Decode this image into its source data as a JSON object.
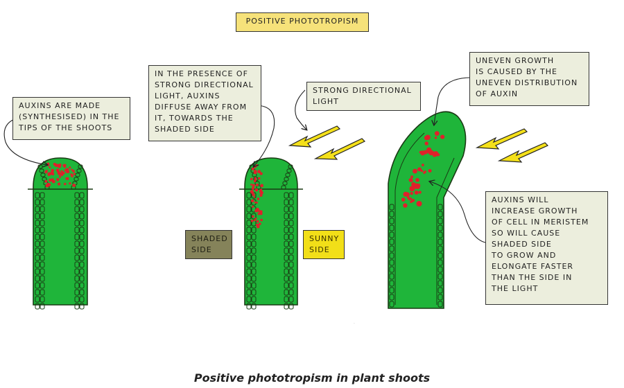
{
  "title": "POSITIVE   PHOTOTROPISM",
  "notes": {
    "auxins_made": "AUXINS ARE MADE\n(SYNTHESISED) IN THE\nTIPS OF THE SHOOTS",
    "presence_light": "IN THE PRESENCE OF\nSTRONG DIRECTIONAL\nLIGHT, AUXINS\nDIFFUSE AWAY FROM\nIT, TOWARDS THE\nSHADED SIDE",
    "strong_light": "STRONG DIRECTIONAL\nLIGHT",
    "uneven_growth": "UNEVEN GROWTH\nIS CAUSED BY THE\nUNEVEN DISTRIBUTION\nOF AUXIN",
    "auxins_increase": "AUXINS WILL\nINCREASE GROWTH\nOF CELL IN MERISTEM\nSO WILL CAUSE\nSHADED SIDE\nTO GROW AND\nELONGATE FASTER\nTHAN THE SIDE IN\nTHE LIGHT"
  },
  "side_labels": {
    "shaded": "SHADED\nSIDE",
    "sunny": "SUNNY\nSIDE"
  },
  "caption": "Positive phototropism in plant shoots",
  "colors": {
    "shoot_fill": "#1fb53a",
    "shoot_outline": "#1a3a14",
    "auxin": "#e0202a",
    "arrow_fill": "#f4e01a",
    "note_bg": "#eceedd",
    "title_bg": "#f6e27a",
    "shaded_bg": "#85835a",
    "sunny_bg": "#f2df18"
  }
}
